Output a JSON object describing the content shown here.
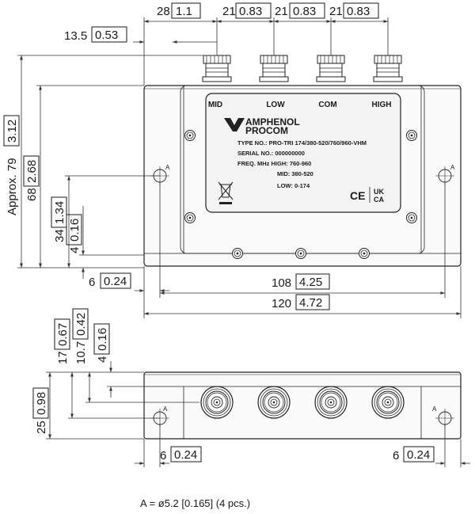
{
  "top_dims": {
    "d28": {
      "v": "28",
      "b": "1.1"
    },
    "d13_5": {
      "v": "13.5",
      "b": "0.53"
    },
    "d21a": {
      "v": "21",
      "b": "0.83"
    },
    "d21b": {
      "v": "21",
      "b": "0.83"
    },
    "d21c": {
      "v": "21",
      "b": "0.83"
    }
  },
  "left_dims": {
    "approx": {
      "v": "Approx. 79",
      "b": "3.12"
    },
    "d68": {
      "v": "68",
      "b": "2.68"
    },
    "d34": {
      "v": "34",
      "b": "1.34"
    },
    "d4": {
      "v": "4",
      "b": "0.16"
    }
  },
  "bottom_dims": {
    "d6": {
      "v": "6",
      "b": "0.24"
    },
    "d108": {
      "v": "108",
      "b": "4.25"
    },
    "d120": {
      "v": "120",
      "b": "4.72"
    }
  },
  "side_dims": {
    "d17": {
      "v": "17",
      "b": "0.67"
    },
    "d10_7": {
      "v": "10.7",
      "b": "0.42"
    },
    "d4": {
      "v": "4",
      "b": "0.16"
    },
    "d25": {
      "v": "25",
      "b": "0.98"
    },
    "d6l": {
      "v": "6",
      "b": "0.24"
    },
    "d6r": {
      "v": "6",
      "b": "0.24"
    }
  },
  "ports": [
    "MID",
    "LOW",
    "COM",
    "HIGH"
  ],
  "hole_mark": "A",
  "label": {
    "brand1": "AMPHENOL",
    "brand2": "PROCOM",
    "type": "TYPE NO.: PRO-TRI 174/380-520/760/960-VHM",
    "serial": "SERIAL NO.: 000000000",
    "freq": "FREQ. MHz HIGH: 760-960",
    "mid": "MID: 380-520",
    "low": "LOW: 0-174",
    "ce": "CE",
    "ukca1": "UK",
    "ukca2": "CA"
  },
  "note": "A = ø5.2 [0.165] (4 pcs.)"
}
